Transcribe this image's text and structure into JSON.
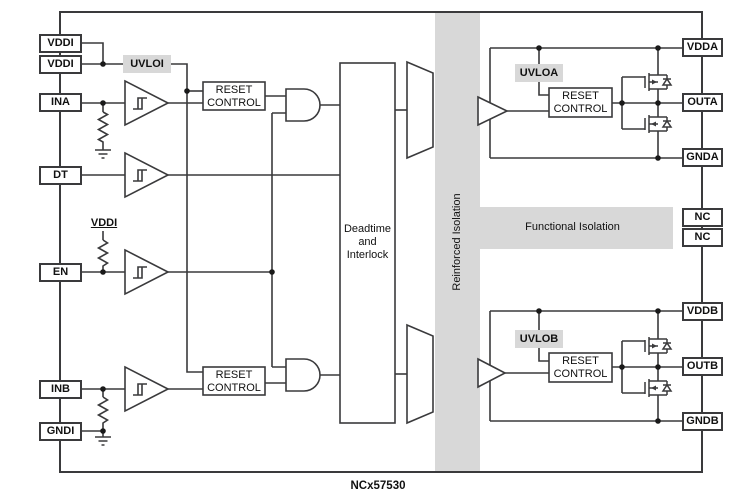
{
  "chip": {
    "part_number": "NCx57530"
  },
  "pins": {
    "left": [
      "VDDI",
      "VDDI",
      "INA",
      "DT",
      "EN",
      "INB",
      "GNDI"
    ],
    "right": [
      "VDDA",
      "OUTA",
      "GNDA",
      "NC",
      "NC",
      "VDDB",
      "OUTB",
      "GNDB"
    ]
  },
  "nets": {
    "vddi_reference": "VDDI"
  },
  "blocks": {
    "uvlo_input": "UVLOI",
    "uvlo_a": "UVLOA",
    "uvlo_b": "UVLOB",
    "reset": {
      "line1": "RESET",
      "line2": "CONTROL"
    },
    "deadtime": {
      "line1": "Deadtime",
      "line2": "and",
      "line3": "Interlock"
    }
  },
  "isolation": {
    "reinforced": "Reinforced Isolation",
    "functional": "Functional Isolation"
  },
  "colors": {
    "isolation_fill": "#d8d8d8",
    "line": "#3a3a3c",
    "background": "#ffffff"
  }
}
